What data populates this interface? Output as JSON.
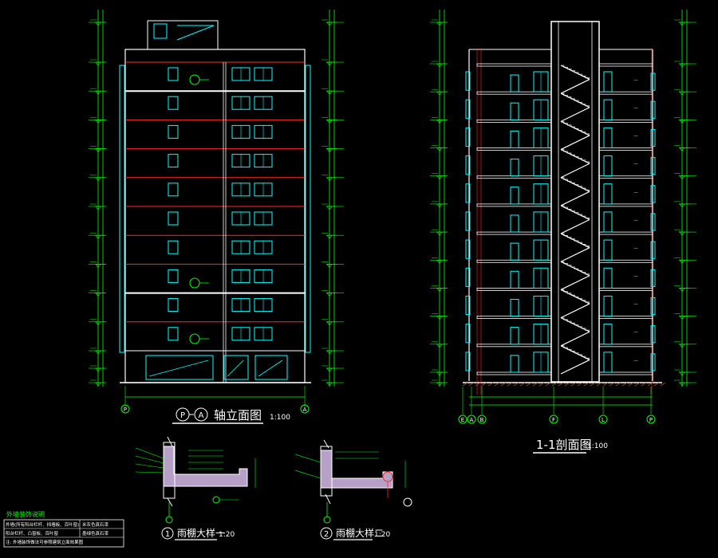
{
  "colors": {
    "background": "#000000",
    "outline": "#ffffff",
    "dimension": "#00ff00",
    "floor_line": "#ff2a2a",
    "window": "#00ffff",
    "stair": "#ffffff",
    "grid": "#33cc33",
    "detail_fill": "#b7a0c8"
  },
  "elevation": {
    "axis_left": "P",
    "axis_right": "A",
    "title_axis_a": "P",
    "title_axis_b": "A",
    "title_text": "轴立面图",
    "scale": "1:100",
    "floors": 11
  },
  "section": {
    "title": "1-1剖面图",
    "scale": "1:100",
    "axis_labels": [
      "E",
      "A",
      "B",
      "F",
      "L",
      "P"
    ],
    "floors": 11
  },
  "details": [
    {
      "number": "1",
      "title": "雨棚大样一",
      "scale": "1:20"
    },
    {
      "number": "2",
      "title": "雨棚大样二",
      "scale": "1:20"
    }
  ],
  "notes": {
    "title": "外墙装饰说明",
    "rows": [
      [
        "外墙(所有阳台栏杆、挡墙板、百叶窗)",
        "米灰色真石漆"
      ],
      [
        "阳台栏杆、凸窗板、百叶窗",
        "墨绿色真石漆"
      ],
      [
        "注: 外墙装饰做法可参照建筑立面效果图",
        ""
      ]
    ]
  }
}
